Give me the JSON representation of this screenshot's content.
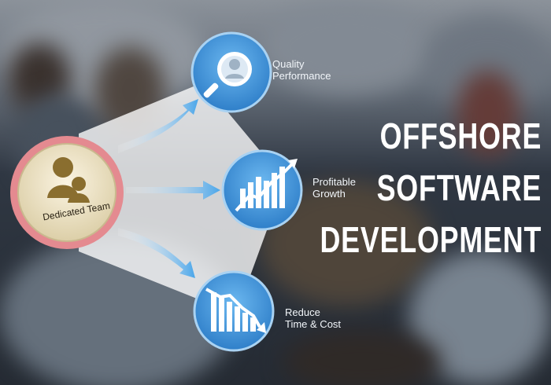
{
  "team": {
    "label": "Dedicated Team"
  },
  "benefits": [
    {
      "line1": "Quality",
      "line2": "Performance",
      "icon": "user-magnifier-icon"
    },
    {
      "line1": "Profitable",
      "line2": "Growth",
      "icon": "growth-chart-icon"
    },
    {
      "line1": "Reduce",
      "line2": "Time & Cost",
      "icon": "decline-chart-icon"
    }
  ],
  "headline": {
    "line1": "OFFSHORE",
    "line2": "SOFTWARE",
    "line3": "DEVELOPMENT"
  },
  "colors": {
    "circle_blue": "#3d8fd8",
    "circle_light": "#5fb0ec",
    "team_ring": "#e48a90",
    "team_fill": "#efe3c6",
    "headline": "#ffffff"
  }
}
